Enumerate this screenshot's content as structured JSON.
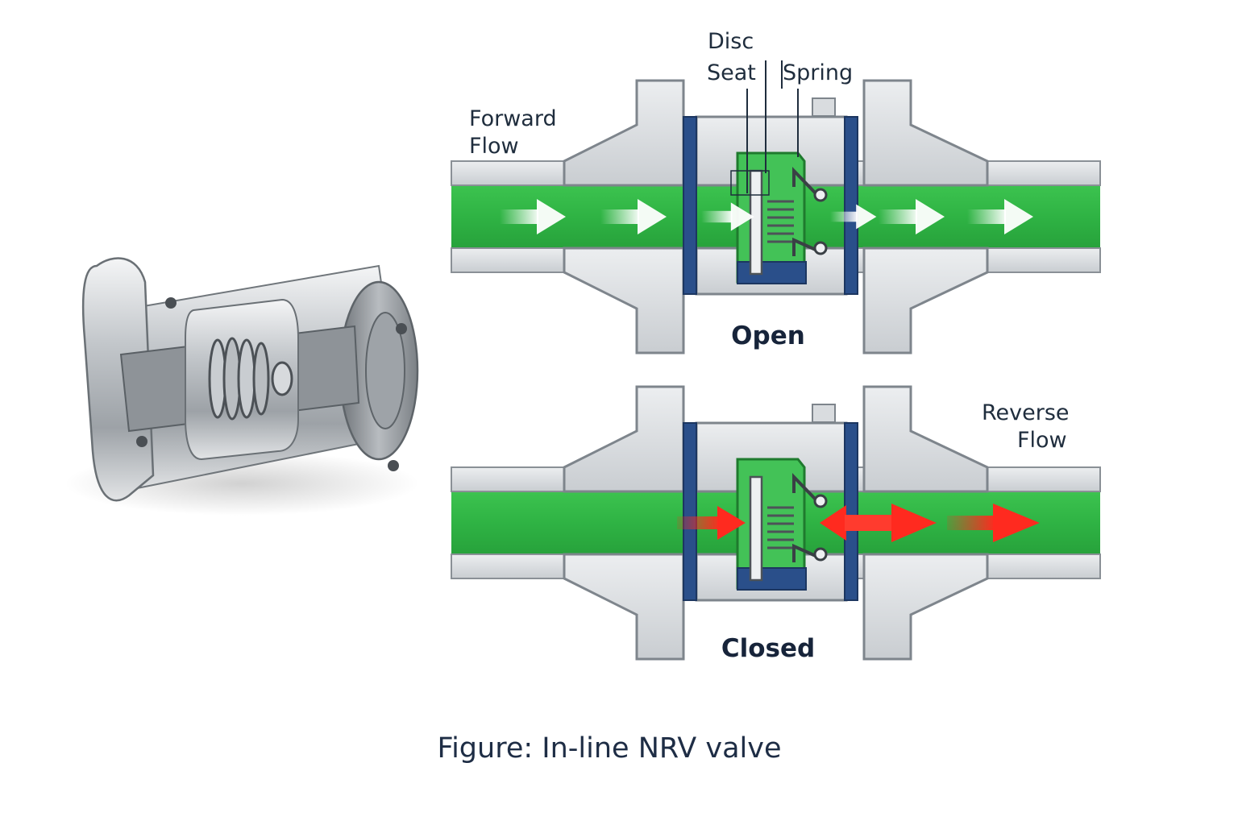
{
  "labels": {
    "disc": "Disc",
    "seat": "Seat",
    "spring": "Spring",
    "forward_flow": [
      "Forward",
      "Flow"
    ],
    "reverse_flow": [
      "Reverse",
      "Flow"
    ]
  },
  "states": {
    "open": "Open",
    "closed": "Closed"
  },
  "caption": "Figure: In-line NRV valve",
  "colors": {
    "flow_green": "#2fb344",
    "body_grey": "#d7dadd",
    "seal_navy": "#2a4f8a",
    "forward_arrow": "#ffffff",
    "reverse_arrow": "#ff2a1f",
    "text": "#1f2d3d"
  }
}
